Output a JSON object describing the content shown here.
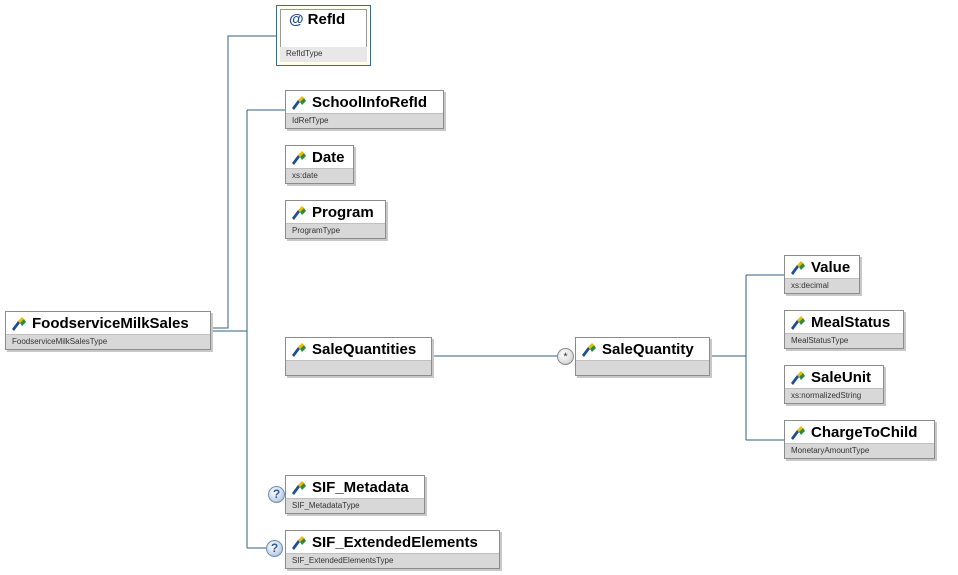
{
  "diagram": {
    "root": {
      "name": "FoodserviceMilkSales",
      "type": "FoodserviceMilkSalesType",
      "icon": "element-icon"
    },
    "attribute": {
      "symbol": "@",
      "name": "RefId",
      "type": "RefIdType"
    },
    "children": {
      "school": {
        "name": "SchoolInfoRefId",
        "type": "IdRefType"
      },
      "date": {
        "name": "Date",
        "type": "xs:date"
      },
      "program": {
        "name": "Program",
        "type": "ProgramType"
      },
      "salequantities": {
        "name": "SaleQuantities",
        "type": ""
      },
      "metadata": {
        "name": "SIF_Metadata",
        "type": "SIF_MetadataType",
        "badge": "?"
      },
      "extended": {
        "name": "SIF_ExtendedElements",
        "type": "SIF_ExtendedElementsType",
        "badge": "?"
      }
    },
    "salequantity": {
      "name": "SaleQuantity",
      "type": "",
      "badge": "*"
    },
    "grandchildren": {
      "value": {
        "name": "Value",
        "type": "xs:decimal"
      },
      "mealstatus": {
        "name": "MealStatus",
        "type": "MealStatusType"
      },
      "saleunit": {
        "name": "SaleUnit",
        "type": "xs:normalizedString"
      },
      "chargetochild": {
        "name": "ChargeToChild",
        "type": "MonetaryAmountType"
      }
    },
    "colors": {
      "connector": "#2f5f7f",
      "type_bar": "#d8d8d8",
      "attribute_bg": "#ffffe6"
    }
  }
}
